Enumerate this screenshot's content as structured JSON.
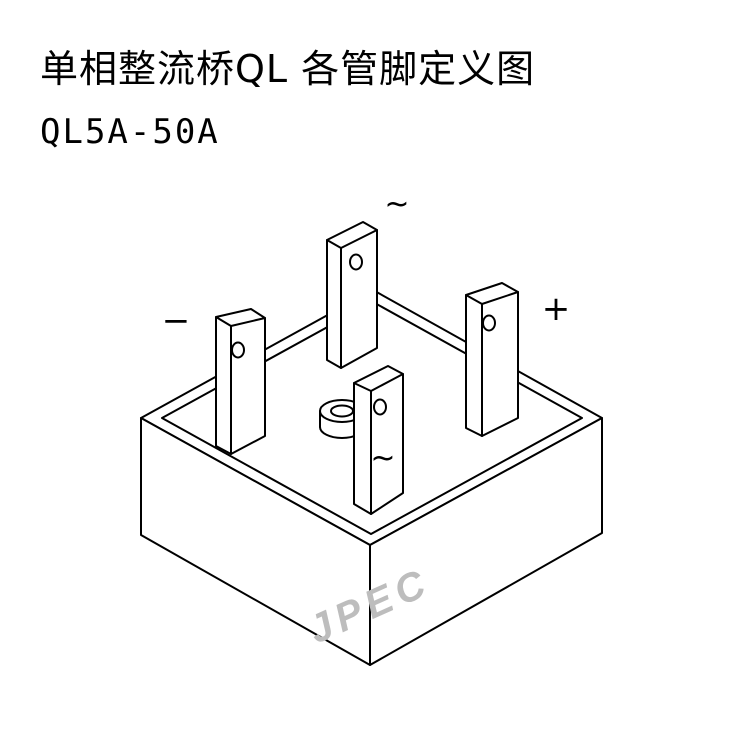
{
  "title": "单相整流桥QL 各管脚定义图",
  "subtitle": "QL5A-50A",
  "pins": {
    "ac_top": "~",
    "ac_front": "~",
    "positive": "+",
    "negative": "−"
  },
  "watermark": "JPEC",
  "colors": {
    "line": "#000000",
    "background": "#ffffff",
    "watermark": "#bdbdbd"
  }
}
